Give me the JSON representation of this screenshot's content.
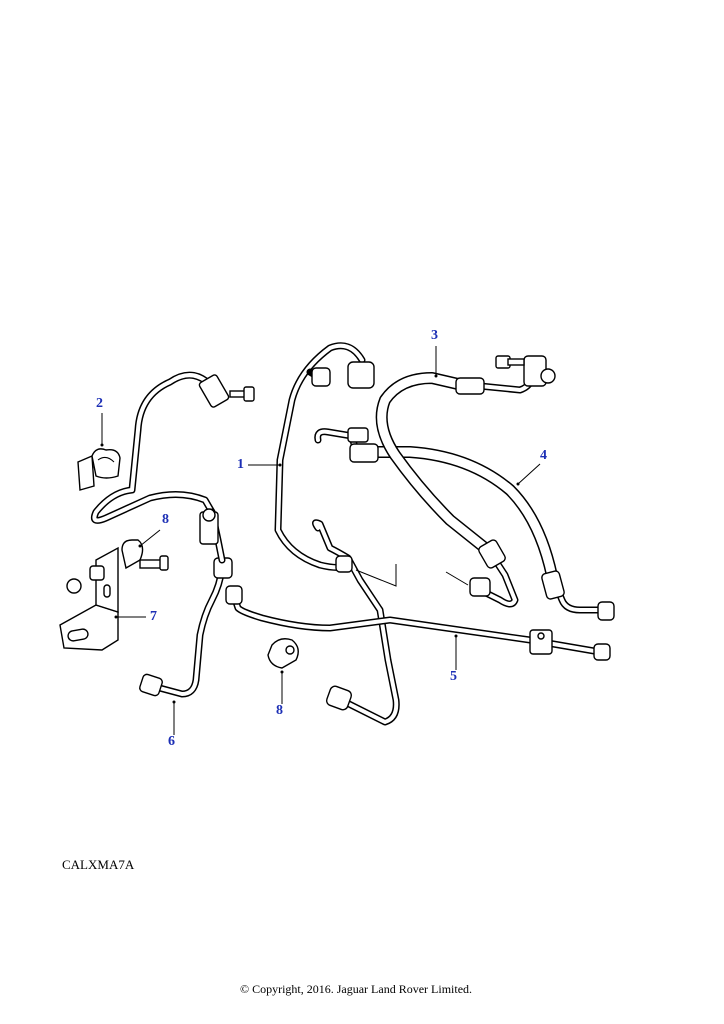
{
  "callouts": [
    {
      "id": "callout-1",
      "text": "1"
    },
    {
      "id": "callout-2",
      "text": "2"
    },
    {
      "id": "callout-3",
      "text": "3"
    },
    {
      "id": "callout-4",
      "text": "4"
    },
    {
      "id": "callout-5",
      "text": "5"
    },
    {
      "id": "callout-6",
      "text": "6"
    },
    {
      "id": "callout-7",
      "text": "7"
    },
    {
      "id": "callout-8a",
      "text": "8"
    },
    {
      "id": "callout-8b",
      "text": "8"
    }
  ],
  "illustration_ref": "CALXMA7A",
  "copyright": "© Copyright, 2016. Jaguar Land Rover Limited.",
  "colors": {
    "callout": "#1c2fb5",
    "line": "#000000",
    "background": "#ffffff"
  }
}
